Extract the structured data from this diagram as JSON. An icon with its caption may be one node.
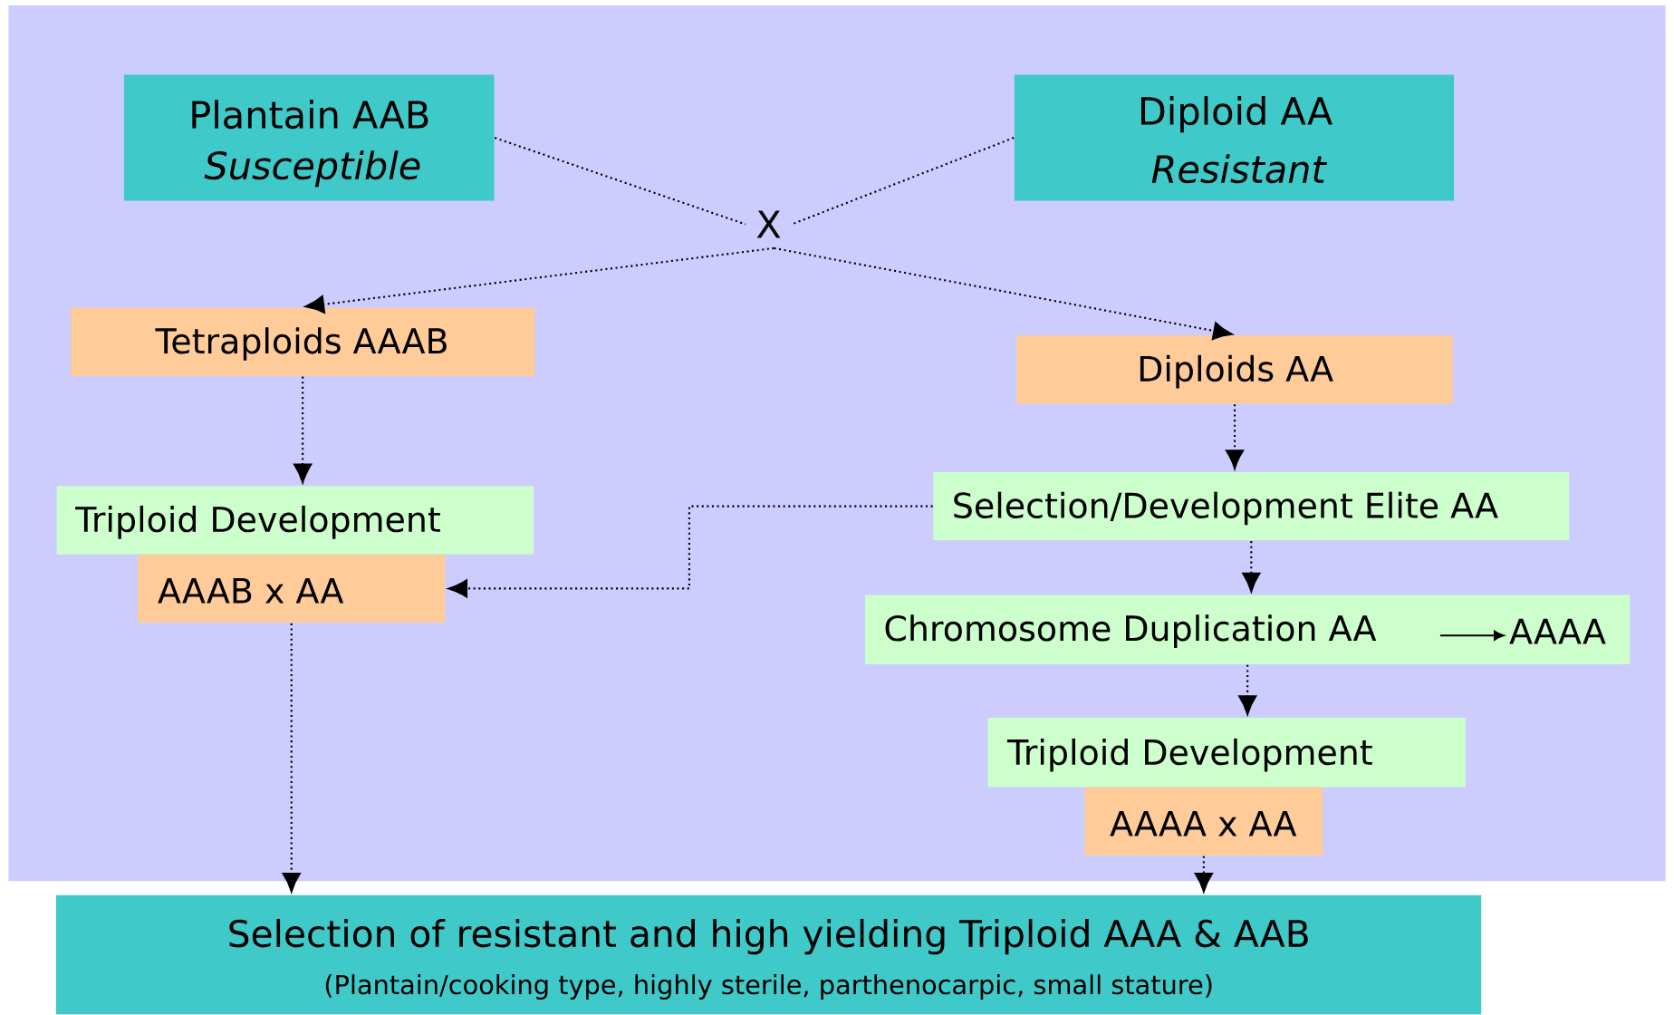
{
  "diagram": {
    "nodes": [
      {
        "text": [
          "Plantain AAB",
          "Susceptible"
        ]
      },
      {
        "text": [
          "Diploid AA",
          "Resistant"
        ]
      },
      {
        "text": [
          "X"
        ]
      },
      {
        "text": [
          "Tetraploids AAAB"
        ]
      },
      {
        "text": [
          "Diploids AA"
        ]
      },
      {
        "text": [
          "Triploid Development"
        ]
      },
      {
        "text": [
          "AAAB x AA"
        ]
      },
      {
        "text": [
          "Selection/Development Elite AA"
        ]
      },
      {
        "text": [
          "Chromosome Duplication AA",
          "AAAA"
        ]
      },
      {
        "text": [
          "Triploid Development"
        ]
      },
      {
        "text": [
          "AAAA x AA"
        ]
      },
      {
        "text": [
          "Selection of resistant and high yielding Triploid AAA & AAB",
          "(Plantain/cooking type, highly sterile, parthenocarpic, small stature)"
        ]
      }
    ],
    "edges": [
      {
        "from": 0,
        "to": 2,
        "arrow": "none"
      },
      {
        "from": 1,
        "to": 2,
        "arrow": "none"
      },
      {
        "from": 2,
        "to": 3,
        "arrow": "to"
      },
      {
        "from": 2,
        "to": 4,
        "arrow": "to"
      },
      {
        "from": 3,
        "to": 5,
        "arrow": "to"
      },
      {
        "from": 4,
        "to": 7,
        "arrow": "to"
      },
      {
        "from": 7,
        "to": 6,
        "arrow": "to"
      },
      {
        "from": 7,
        "to": 8,
        "arrow": "to"
      },
      {
        "from": 8,
        "to": 9,
        "arrow": "to"
      },
      {
        "from": 10,
        "to": 11,
        "arrow": "to"
      },
      {
        "from": 6,
        "to": 11,
        "arrow": "to"
      }
    ]
  }
}
